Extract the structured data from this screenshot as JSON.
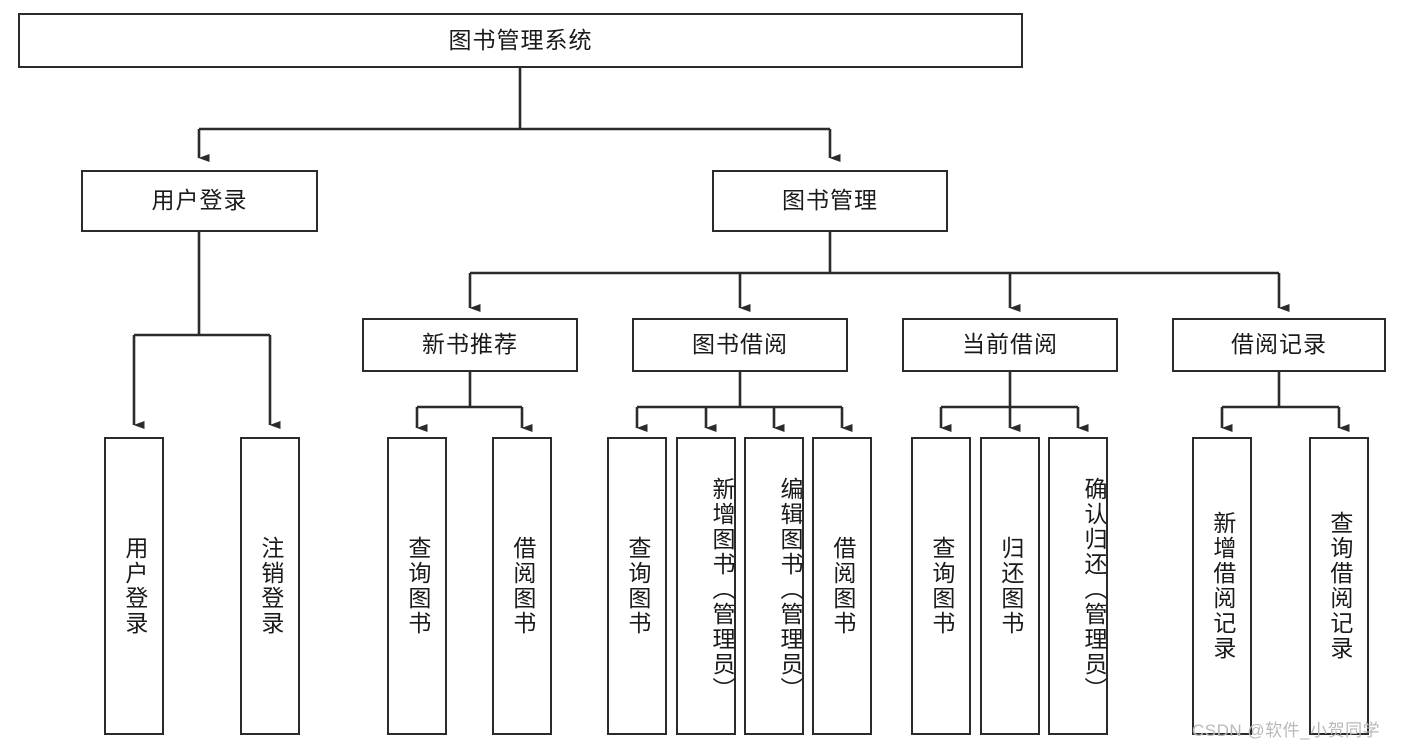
{
  "diagram": {
    "title": "图书管理系统",
    "type": "tree-hierarchy-diagram",
    "watermark": "CSDN @软件_小贺同学",
    "colors": {
      "box_border": "#2b2b2b",
      "box_fill": "#ffffff",
      "connector": "#2b2b2b",
      "text": "#1a1a1a",
      "watermark": "#b9b9b9",
      "background": "#ffffff"
    },
    "root": {
      "label": "图书管理系统",
      "orientation": "horizontal"
    },
    "level2": [
      {
        "label": "用户登录",
        "orientation": "horizontal"
      },
      {
        "label": "图书管理",
        "orientation": "horizontal"
      }
    ],
    "level3": [
      {
        "label": "新书推荐",
        "orientation": "horizontal"
      },
      {
        "label": "图书借阅",
        "orientation": "horizontal"
      },
      {
        "label": "当前借阅",
        "orientation": "horizontal"
      },
      {
        "label": "借阅记录",
        "orientation": "horizontal"
      }
    ],
    "leaves": {
      "user_login": [
        {
          "label": "用户登录",
          "orientation": "vertical"
        },
        {
          "label": "注销登录",
          "orientation": "vertical"
        }
      ],
      "new_book_recommend": [
        {
          "label": "查询图书",
          "orientation": "vertical"
        },
        {
          "label": "借阅图书",
          "orientation": "vertical"
        }
      ],
      "book_borrow": [
        {
          "label": "查询图书",
          "orientation": "vertical"
        },
        {
          "label": "新增图书（管理员）",
          "orientation": "vertical"
        },
        {
          "label": "编辑图书（管理员）",
          "orientation": "vertical"
        },
        {
          "label": "借阅图书",
          "orientation": "vertical"
        }
      ],
      "current_borrow": [
        {
          "label": "查询图书",
          "orientation": "vertical"
        },
        {
          "label": "归还图书",
          "orientation": "vertical"
        },
        {
          "label": "确认归还（管理员）",
          "orientation": "vertical"
        }
      ],
      "borrow_record": [
        {
          "label": "新增借阅记录",
          "orientation": "vertical"
        },
        {
          "label": "查询借阅记录",
          "orientation": "vertical"
        }
      ]
    }
  }
}
